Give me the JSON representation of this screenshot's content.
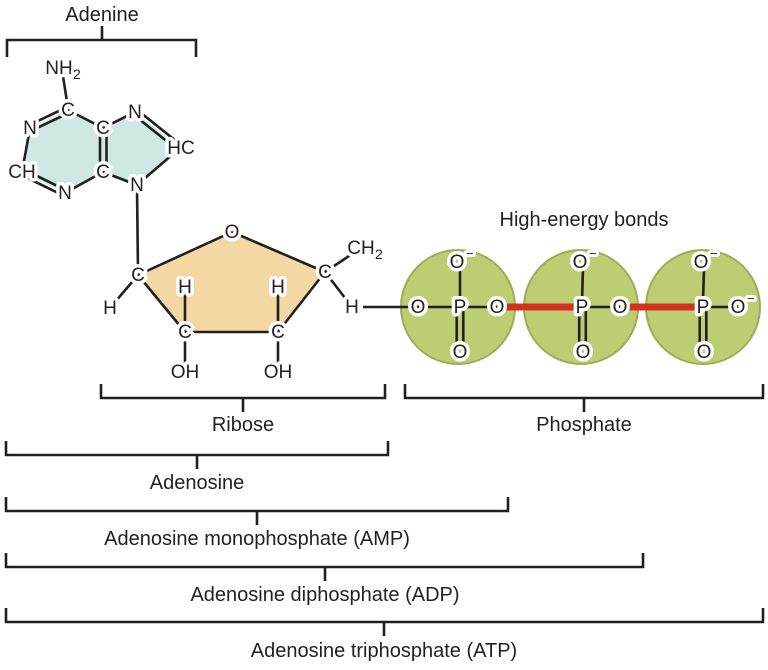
{
  "colors": {
    "adenine_fill": "#cfe8e4",
    "ribose_fill": "#f4d8a4",
    "phosphate_fill": "#bccd72",
    "phosphate_border": "#9dad58",
    "high_energy_bond": "#d4301f",
    "line": "#231f20"
  },
  "annotations": {
    "high_energy_bonds": "High-energy bonds"
  },
  "brackets": {
    "adenine": "Adenine",
    "ribose": "Ribose",
    "phosphate": "Phosphate",
    "adenosine": "Adenosine",
    "amp": "Adenosine monophosphate (AMP)",
    "adp": "Adenosine diphosphate (ADP)",
    "atp": "Adenosine triphosphate (ATP)"
  },
  "atoms": {
    "adenine": {
      "amine_main": "NH",
      "amine_sub": "2",
      "c6": "C",
      "n1": "N",
      "c2": "CH",
      "n3": "N",
      "c4": "C",
      "c5": "C",
      "n7": "N",
      "c8": "HC",
      "n9": "N"
    },
    "ribose": {
      "ring_o": "O",
      "c1": "C",
      "c4": "C",
      "c2": "C",
      "c3": "C",
      "h_c1": "H",
      "h_c2": "H",
      "h_c3": "H",
      "h_c4": "H",
      "oh_c2": "OH",
      "oh_c3": "OH",
      "ch2_main": "CH",
      "ch2_sub": "2"
    },
    "phosphates": [
      {
        "o_top": "O",
        "o_top_charge": "−",
        "p": "P",
        "o_left": "O",
        "o_right": "O",
        "o_bottom": "O"
      },
      {
        "o_top": "O",
        "o_top_charge": "−",
        "p": "P",
        "o_right": "O",
        "o_bottom": "O"
      },
      {
        "o_top": "O",
        "o_top_charge": "−",
        "p": "P",
        "o_right": "O",
        "o_right_charge": "−",
        "o_bottom": "O"
      }
    ]
  }
}
